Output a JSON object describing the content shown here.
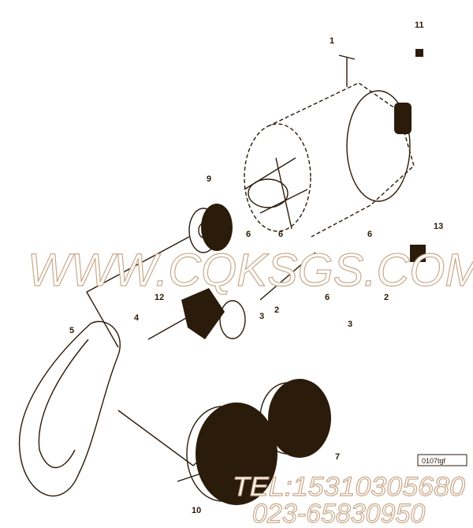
{
  "diagram": {
    "callouts": [
      {
        "id": "c1",
        "label": "1"
      },
      {
        "id": "c2a",
        "label": "2"
      },
      {
        "id": "c2b",
        "label": "2"
      },
      {
        "id": "c3a",
        "label": "3"
      },
      {
        "id": "c3b",
        "label": "3"
      },
      {
        "id": "c4",
        "label": "4"
      },
      {
        "id": "c5",
        "label": "5"
      },
      {
        "id": "c6a",
        "label": "6"
      },
      {
        "id": "c6b",
        "label": "6"
      },
      {
        "id": "c6c",
        "label": "6"
      },
      {
        "id": "c6d",
        "label": "6"
      },
      {
        "id": "c7",
        "label": "7"
      },
      {
        "id": "c9",
        "label": "9"
      },
      {
        "id": "c10",
        "label": "10"
      },
      {
        "id": "c11",
        "label": "11"
      },
      {
        "id": "c12",
        "label": "12"
      },
      {
        "id": "c13",
        "label": "13"
      }
    ],
    "figure_tag": "0107tgf"
  },
  "watermark": {
    "site": "WWW.CQKSGS.COM",
    "phone": "TEL:15310305680",
    "phone2": "023-65830950"
  },
  "colors": {
    "ink": "#2b1b0b",
    "watermark_outline": "#c9a98a"
  }
}
